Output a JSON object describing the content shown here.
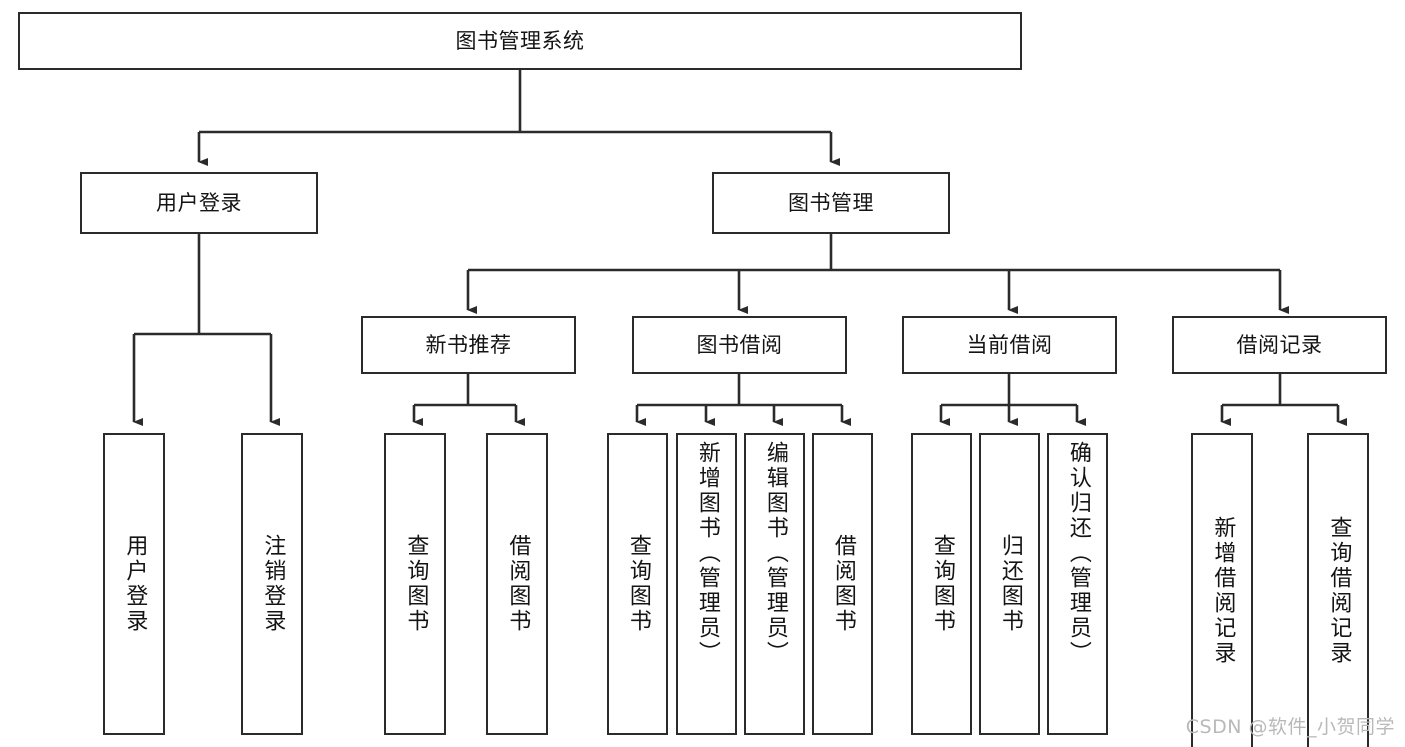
{
  "diagram": {
    "type": "tree-hierarchy",
    "title": "图书管理系统",
    "root": {
      "id": "root",
      "label": "图书管理系统"
    },
    "level2": [
      {
        "id": "user-login",
        "label": "用户登录"
      },
      {
        "id": "book-management",
        "label": "图书管理"
      }
    ],
    "level3": [
      {
        "id": "new-book-recommend",
        "label": "新书推荐",
        "parent": "book-management"
      },
      {
        "id": "book-borrow",
        "label": "图书借阅",
        "parent": "book-management"
      },
      {
        "id": "current-borrow",
        "label": "当前借阅",
        "parent": "book-management"
      },
      {
        "id": "borrow-record",
        "label": "借阅记录",
        "parent": "book-management"
      }
    ],
    "leaves": [
      {
        "id": "leaf-user-login",
        "label": "用户登录",
        "parent": "user-login"
      },
      {
        "id": "leaf-logout-login",
        "label": "注销登录",
        "parent": "user-login"
      },
      {
        "id": "leaf-query-book-1",
        "label": "查询图书",
        "parent": "new-book-recommend"
      },
      {
        "id": "leaf-borrow-book-1",
        "label": "借阅图书",
        "parent": "new-book-recommend"
      },
      {
        "id": "leaf-query-book-2",
        "label": "查询图书",
        "parent": "book-borrow"
      },
      {
        "id": "leaf-add-book",
        "label": "新增图书（管理员）",
        "parent": "book-borrow"
      },
      {
        "id": "leaf-edit-book",
        "label": "编辑图书（管理员）",
        "parent": "book-borrow"
      },
      {
        "id": "leaf-borrow-book-2",
        "label": "借阅图书",
        "parent": "book-borrow"
      },
      {
        "id": "leaf-query-book-3",
        "label": "查询图书",
        "parent": "current-borrow"
      },
      {
        "id": "leaf-return-book",
        "label": "归还图书",
        "parent": "current-borrow"
      },
      {
        "id": "leaf-confirm-return",
        "label": "确认归还（管理员）",
        "parent": "current-borrow"
      },
      {
        "id": "leaf-add-record",
        "label": "新增借阅记录",
        "parent": "borrow-record"
      },
      {
        "id": "leaf-query-record",
        "label": "查询借阅记录",
        "parent": "borrow-record"
      }
    ]
  },
  "watermark": {
    "text": "CSDN @软件_小贺同学"
  },
  "colors": {
    "stroke": "#2b2b2b",
    "background": "#ffffff",
    "text": "#141414",
    "watermark": "#b9b9b9"
  }
}
